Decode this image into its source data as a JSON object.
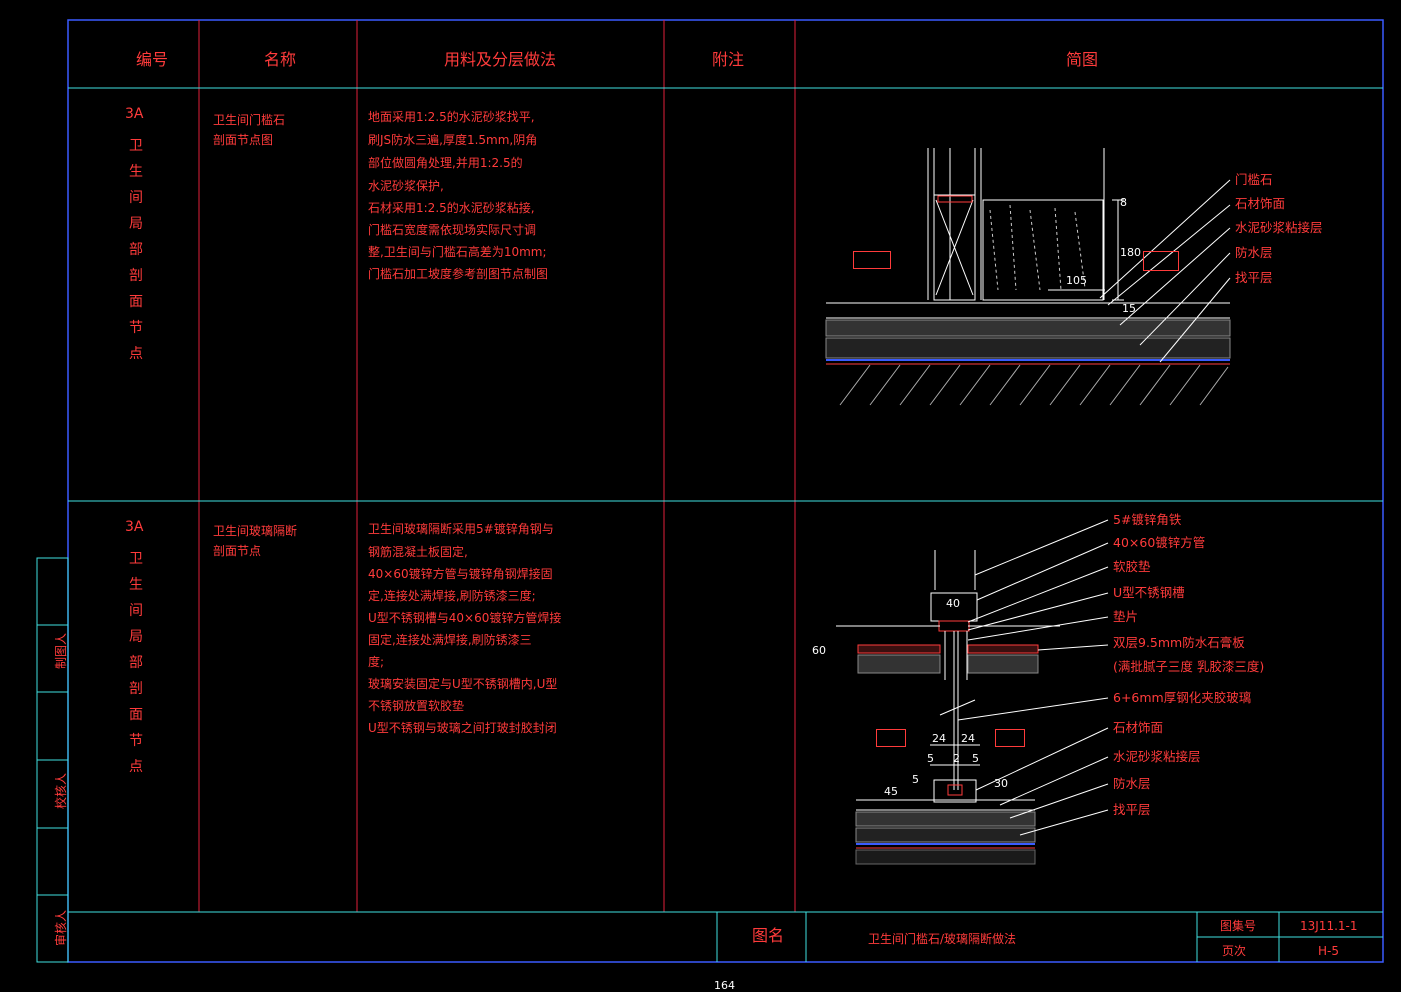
{
  "header": {
    "col_number": "编号",
    "col_name": "名称",
    "col_material": "用料及分层做法",
    "col_note": "附注",
    "col_drawing": "简图"
  },
  "rows": [
    {
      "code": "3A",
      "code_text": "卫生间局部剖面节点",
      "name": [
        "卫生间门槛石",
        "剖面节点图"
      ],
      "material": [
        "地面采用1:2.5的水泥砂浆找平,",
        "刷JS防水三遍,厚度1.5mm,阴角",
        "部位做圆角处理,并用1:2.5的",
        "水泥砂浆保护,",
        "石材采用1:2.5的水泥砂浆粘接,",
        "门槛石宽度需依现场实际尺寸调",
        "整,卫生间与门槛石高差为10mm;",
        "门槛石加工坡度参考剖图节点制图"
      ],
      "callouts": [
        "门槛石",
        "石材饰面",
        "水泥砂浆粘接层",
        "防水层",
        "找平层"
      ],
      "dims": [
        "8",
        "180",
        "105",
        "15"
      ]
    },
    {
      "code": "3A",
      "code_text": "卫生间局部剖面节点",
      "name": [
        "卫生间玻璃隔断",
        "剖面节点"
      ],
      "material": [
        "卫生间玻璃隔断采用5#镀锌角钢与",
        "钢筋混凝土板固定,",
        "40×60镀锌方管与镀锌角钢焊接固",
        "定,连接处满焊接,刷防锈漆三度;",
        "U型不锈钢槽与40×60镀锌方管焊接",
        "固定,连接处满焊接,刷防锈漆三",
        "度;",
        "玻璃安装固定与U型不锈钢槽内,U型",
        "不锈钢放置软胶垫",
        "U型不锈钢与玻璃之间打玻封胶封闭"
      ],
      "callouts": [
        "5#镀锌角铁",
        "40×60镀锌方管",
        "软胶垫",
        "U型不锈钢槽",
        "垫片",
        "双层9.5mm防水石膏板",
        "(满批腻子三度 乳胶漆三度)",
        "6+6mm厚钢化夹胶玻璃",
        "石材饰面",
        "水泥砂浆粘接层",
        "防水层",
        "找平层"
      ],
      "dims": [
        "40",
        "60",
        "24",
        "24",
        "5",
        "2",
        "5",
        "5",
        "45",
        "30"
      ]
    }
  ],
  "side_labels": [
    "制图人",
    "校核人",
    "审核人"
  ],
  "title_block": {
    "name_label": "图名",
    "name_value": "卫生间门槛石/玻璃隔断做法",
    "drawing_no_label": "图集号",
    "drawing_no_value": "13J11.1-1",
    "page_label": "页次",
    "page_value": "H-5"
  },
  "page_number": "164",
  "colors": {
    "frame": "#3a5bff",
    "grid": "#e0203a",
    "cyan": "#40e0e0",
    "text": "#ff3b3b"
  }
}
